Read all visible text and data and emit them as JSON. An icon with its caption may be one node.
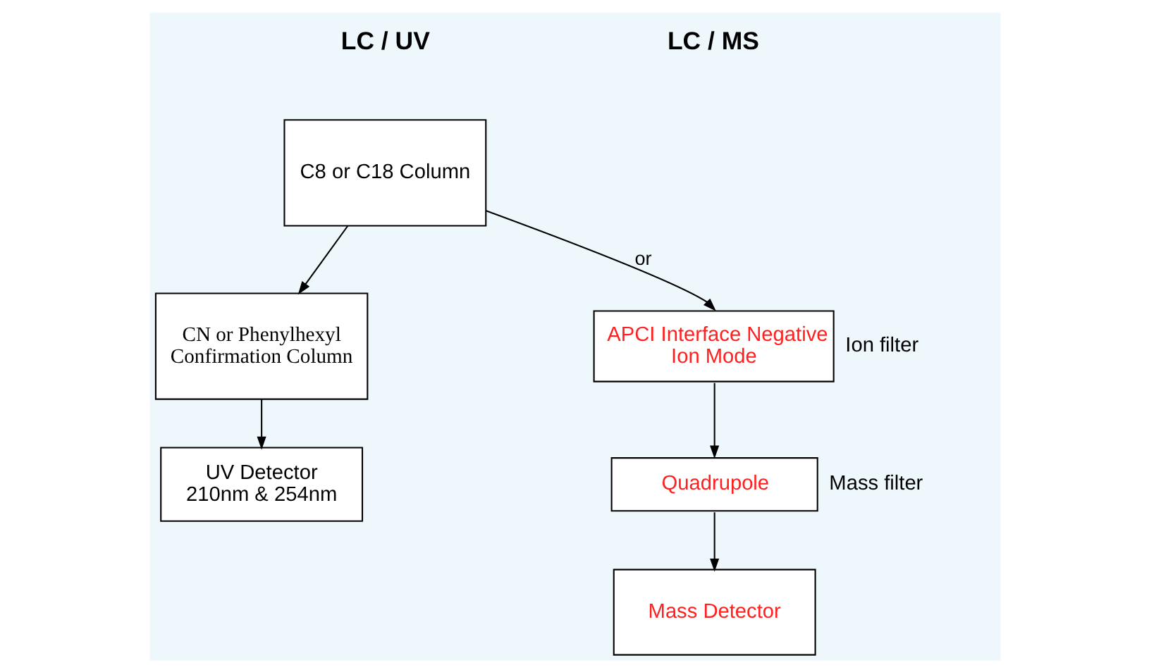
{
  "diagram": {
    "nodes": [
      {
        "text": [
          "C8 or C18 Column"
        ]
      },
      {
        "text": [
          "CN or Phenylhexyl Confirmation Column"
        ]
      },
      {
        "text": [
          "UV Detector",
          "210nm & 254nm"
        ]
      },
      {
        "text": [
          "APCI Interface Negative Ion Mode"
        ],
        "beside": [
          "Ion filter"
        ]
      },
      {
        "text": [
          "Quadrupole"
        ],
        "beside": [
          "Mass filter"
        ]
      },
      {
        "text": [
          "Mass Detector"
        ]
      }
    ],
    "edges": [
      {
        "from": 0,
        "to": 1,
        "arrow": "to"
      },
      {
        "from": 0,
        "to": 3,
        "arrow": "to",
        "label": "or"
      },
      {
        "from": 1,
        "to": 2,
        "arrow": "to"
      },
      {
        "from": 3,
        "to": 4,
        "arrow": "to"
      },
      {
        "from": 4,
        "to": 5,
        "arrow": "to"
      }
    ],
    "labels": [
      "LC / UV",
      "LC / MS"
    ]
  }
}
